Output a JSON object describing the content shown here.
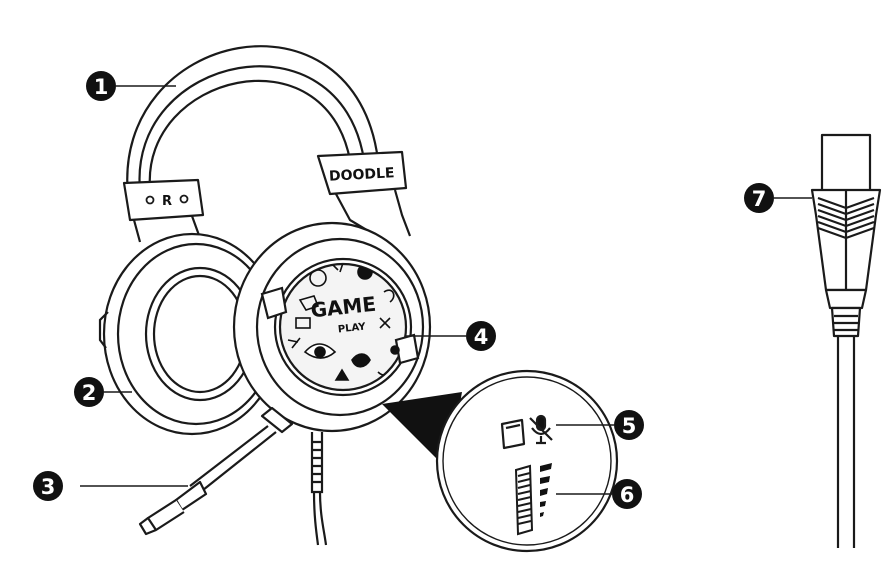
{
  "headset": {
    "brand_label": "DOODLE",
    "side_label": "R",
    "earcup_art_title": "GAME",
    "earcup_art_sub": "PLAY"
  },
  "callouts": [
    {
      "number": "1",
      "part": "headband"
    },
    {
      "number": "2",
      "part": "ear-cushion"
    },
    {
      "number": "3",
      "part": "microphone-boom"
    },
    {
      "number": "4",
      "part": "ear-cup"
    },
    {
      "number": "5",
      "part": "mic-mute-switch"
    },
    {
      "number": "6",
      "part": "volume-wheel"
    },
    {
      "number": "7",
      "part": "usb-connector"
    }
  ],
  "colors": {
    "line": "#1a1a1a",
    "badge": "#111111",
    "background": "#ffffff"
  }
}
